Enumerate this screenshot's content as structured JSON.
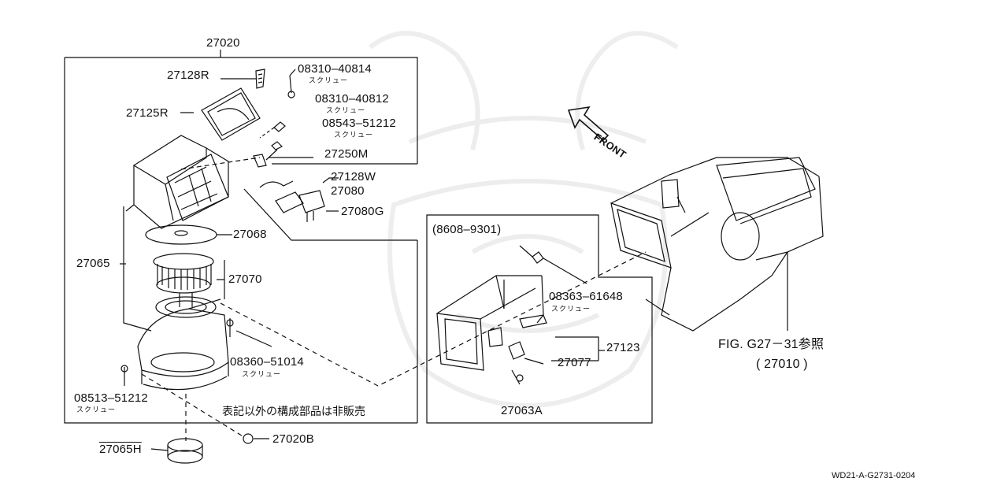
{
  "parts": {
    "main_assembly": "27020",
    "r_27128R": "27128R",
    "r_27125R": "27125R",
    "s_08310_40814": "08310–40814",
    "s_08310_40812": "08310–40812",
    "s_08543_51212": "08543–51212",
    "r_27250M": "27250M",
    "r_27128W": "27128W",
    "r_27080": "27080",
    "r_27080G": "27080G",
    "r_27068": "27068",
    "r_27065": "27065",
    "r_27070": "27070",
    "s_08360_51014": "08360–51014",
    "s_08513_51212": "08513–51212",
    "r_27065H": "27065H",
    "r_27020B": "27020B",
    "r_27123": "27123",
    "r_27077": "27077",
    "r_27063A": "27063A",
    "s_08363_61648": "08363–61648"
  },
  "screw_label": "スクリュー",
  "date_range": "(8608–9301)",
  "front_label": "FRONT",
  "figure_ref": "FIG. G27－31参照",
  "figure_ref_part": "( 27010 )",
  "note_not_sold": "表記以外の構成部品は非販売",
  "diagram_code": "WD21-A-G2731-0204"
}
